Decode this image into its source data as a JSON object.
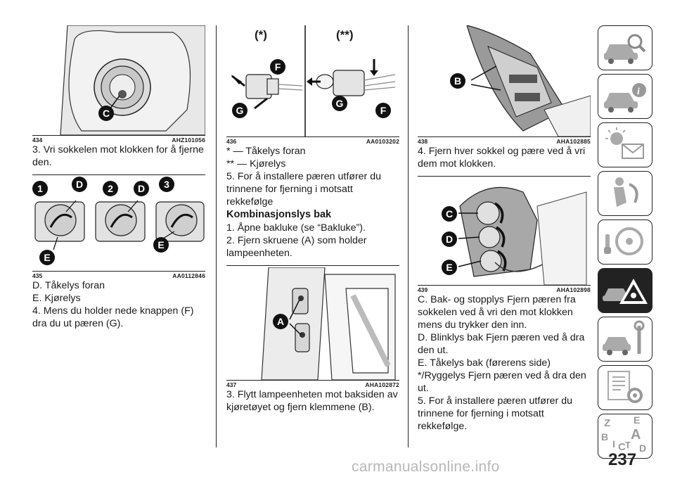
{
  "col1": {
    "fig434": {
      "num": "434",
      "code": "AHZ101056",
      "callouts": [
        "C"
      ]
    },
    "text1": "3. Vri sokkelen mot klokken for å fjerne den.",
    "fig435": {
      "num": "435",
      "code": "AA0112846",
      "callouts": [
        "1",
        "D",
        "2",
        "D",
        "3",
        "E",
        "E"
      ]
    },
    "lines": [
      "D. Tåkelys foran",
      "E. Kjørelys",
      "4. Mens du holder nede knappen (F) dra du ut pæren (G)."
    ]
  },
  "col2": {
    "fig436": {
      "num": "436",
      "code": "AA0103202",
      "label_left": "(*)",
      "label_right": "(**)",
      "callouts": [
        "F",
        "G",
        "G",
        "F"
      ]
    },
    "lines": [
      "* — Tåkelys foran",
      "** — Kjørelys",
      "5. For å installere pæren utfører du trinnene for fjerning i motsatt rekkefølge"
    ],
    "heading": "Kombinasjonslys bak",
    "lines2": [
      "1. Åpne bakluke (se “Bakluke”).",
      "2. Fjern skruene (A) som holder lampeenheten."
    ],
    "fig437": {
      "num": "437",
      "code": "AHA102872",
      "callouts": [
        "A"
      ]
    },
    "text3": "3. Flytt lampeenheten mot baksiden av kjøretøyet og fjern klemmene (B)."
  },
  "col3": {
    "fig438": {
      "num": "438",
      "code": "AHA102885",
      "callouts": [
        "B"
      ]
    },
    "text4": "4. Fjern hver sokkel og pære ved å vri dem mot klokken.",
    "fig439": {
      "num": "439",
      "code": "AHA102898",
      "callouts": [
        "C",
        "D",
        "E"
      ]
    },
    "lines": [
      "C. Bak- og stopplys Fjern pæren fra sokkelen ved å vri den mot klokken mens du trykker den inn.",
      "D. Blinklys bak Fjern pæren ved å dra den ut.",
      "E. Tåkelys bak (førerens side) */Ryggelys Fjern pæren ved å dra den ut.",
      "5. For å installere pæren utfører du trinnene for fjerning i motsatt rekkefølge."
    ]
  },
  "tabs": [
    {
      "icon": "car-magnifier-icon"
    },
    {
      "icon": "car-info-icon"
    },
    {
      "icon": "warning-lights-envelope-icon"
    },
    {
      "icon": "seat-airbag-icon"
    },
    {
      "icon": "steering-wheel-key-icon"
    },
    {
      "icon": "car-crash-warning-icon",
      "active": true
    },
    {
      "icon": "car-wrench-icon"
    },
    {
      "icon": "document-gear-icon"
    },
    {
      "icon": "alphabet-index-icon",
      "letters": [
        "Z",
        "E",
        "B",
        "A",
        "I",
        "C",
        "T",
        "D"
      ]
    }
  ],
  "page_number": "237",
  "watermark": "carmanualsonline.info"
}
